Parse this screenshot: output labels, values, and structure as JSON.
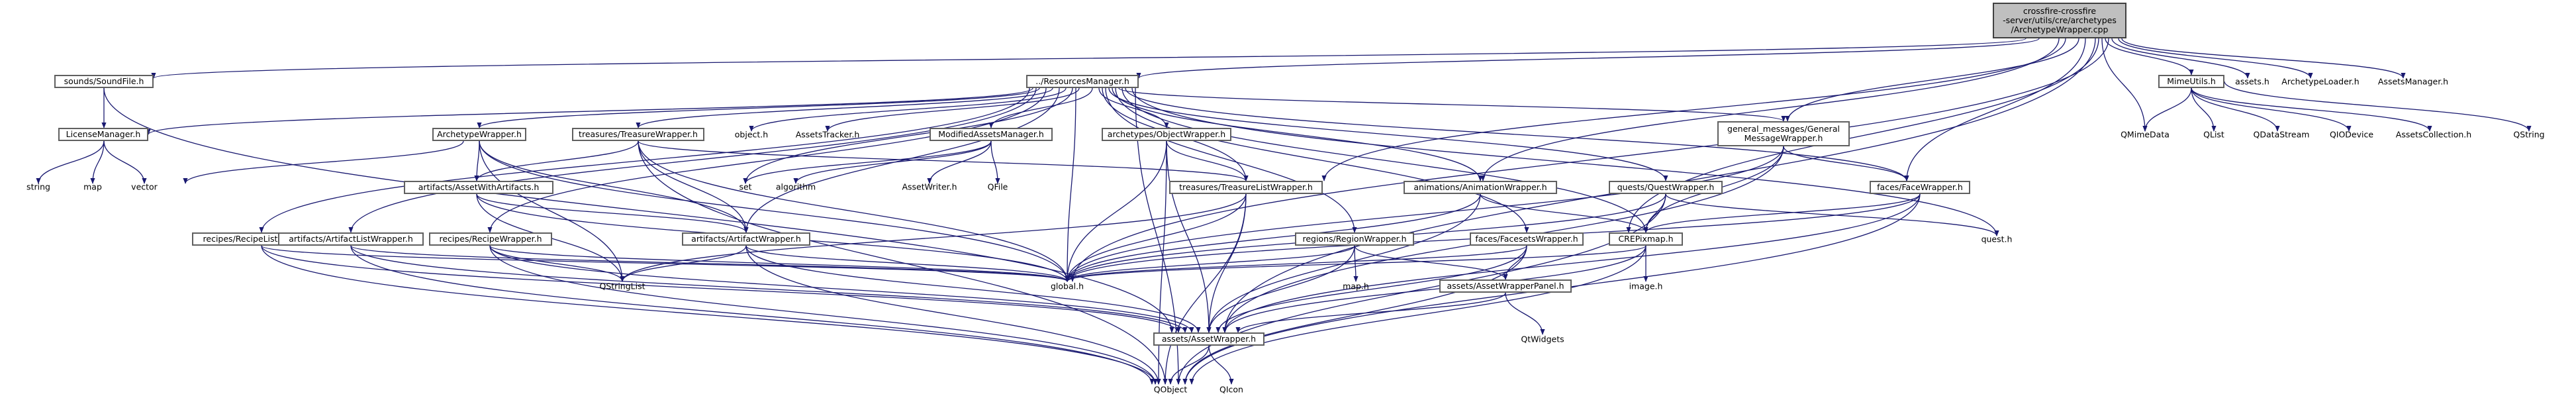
{
  "nodes": {
    "root": [
      "crossfire-crossfire",
      "-server/utils/cre/archetypes",
      "/ArchetypeWrapper.cpp"
    ],
    "resources_manager": "../ResourcesManager.h",
    "sound_file": "sounds/SoundFile.h",
    "mime_utils": "MimeUtils.h",
    "assets_h": "assets.h",
    "archetype_loader": "ArchetypeLoader.h",
    "assets_manager": "AssetsManager.h",
    "license_manager": "LicenseManager.h",
    "archetype_wrapper": "ArchetypeWrapper.h",
    "treasure_wrapper": "treasures/TreasureWrapper.h",
    "object_h": "object.h",
    "assets_tracker": "AssetsTracker.h",
    "modified_assets_manager": "ModifiedAssetsManager.h",
    "object_wrapper": "archetypes/ObjectWrapper.h",
    "general_message_wrapper": [
      "general_messages/General",
      "MessageWrapper.h"
    ],
    "qmimedata": "QMimeData",
    "qlist": "QList",
    "qdatastream": "QDataStream",
    "qiodevice": "QIODevice",
    "assets_collection": "AssetsCollection.h",
    "qstring": "QString",
    "string": "string",
    "map": "map",
    "vector": "vector",
    "asset_with_artifacts": "artifacts/AssetWithArtifacts.h",
    "set": "set",
    "algorithm": "algorithm",
    "asset_writer": "AssetWriter.h",
    "qfile": "QFile",
    "animation_wrapper": "animations/AnimationWrapper.h",
    "quest_wrapper": "quests/QuestWrapper.h",
    "face_wrapper": "faces/FaceWrapper.h",
    "treasure_list_wrapper": "treasures/TreasureListWrapper.h",
    "recipe_list_wrapper": "recipes/RecipeListWrapper.h",
    "artifact_list_wrapper": "artifacts/ArtifactListWrapper.h",
    "recipe_wrapper": "recipes/RecipeWrapper.h",
    "artifact_wrapper": "artifacts/ArtifactWrapper.h",
    "region_wrapper": "regions/RegionWrapper.h",
    "faceset_wrapper": "faces/FacesetsWrapper.h",
    "cre_pixmap": "CREPixmap.h",
    "quest_h": "quest.h",
    "qstringlist": "QStringList",
    "global_h": "global.h",
    "map_h": "map.h",
    "asset_wrapper_panel": "assets/AssetWrapperPanel.h",
    "image_h": "image.h",
    "qtwidgets": "QtWidgets",
    "asset_wrapper": "assets/AssetWrapper.h",
    "qobject": "QObject",
    "qicon": "QIcon"
  },
  "colors": {
    "edge": "#191970",
    "root_fill": "#bfbfbf",
    "node_border": "#606060"
  }
}
